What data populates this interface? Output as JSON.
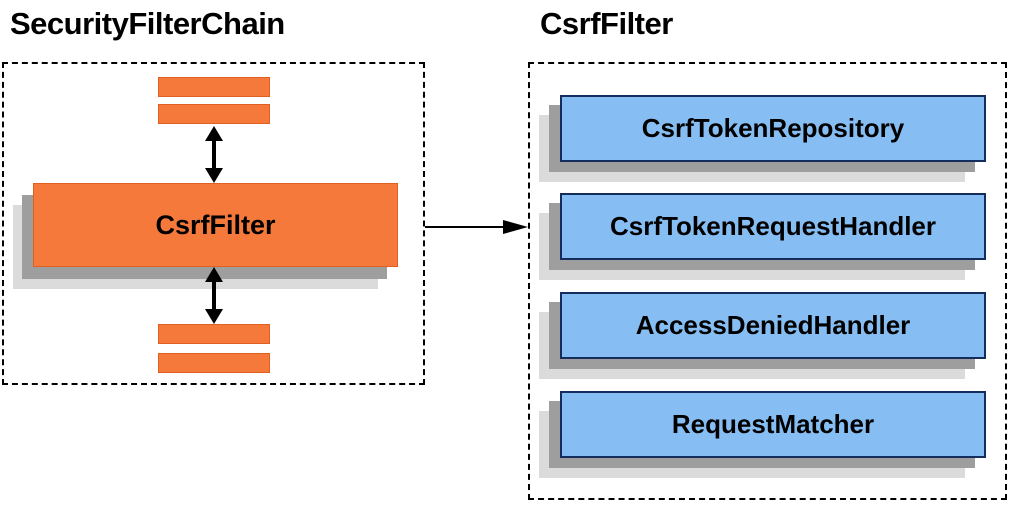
{
  "left_panel": {
    "title": "SecurityFilterChain",
    "filter_box_label": "CsrfFilter"
  },
  "right_panel": {
    "title": "CsrfFilter",
    "components": [
      {
        "label": "CsrfTokenRepository"
      },
      {
        "label": "CsrfTokenRequestHandler"
      },
      {
        "label": "AccessDeniedHandler"
      },
      {
        "label": "RequestMatcher"
      }
    ]
  },
  "icons": {
    "vertical_connector": "double-headed-arrow",
    "panel_connector": "right-arrow"
  },
  "colors": {
    "orange_fill": "#F4793B",
    "orange_border": "#E2601F",
    "blue_fill": "#86BEF3",
    "blue_border": "#142D5C",
    "shadow_dark": "#9E9E9E",
    "shadow_light": "#DBDBDB",
    "line": "#000000"
  }
}
